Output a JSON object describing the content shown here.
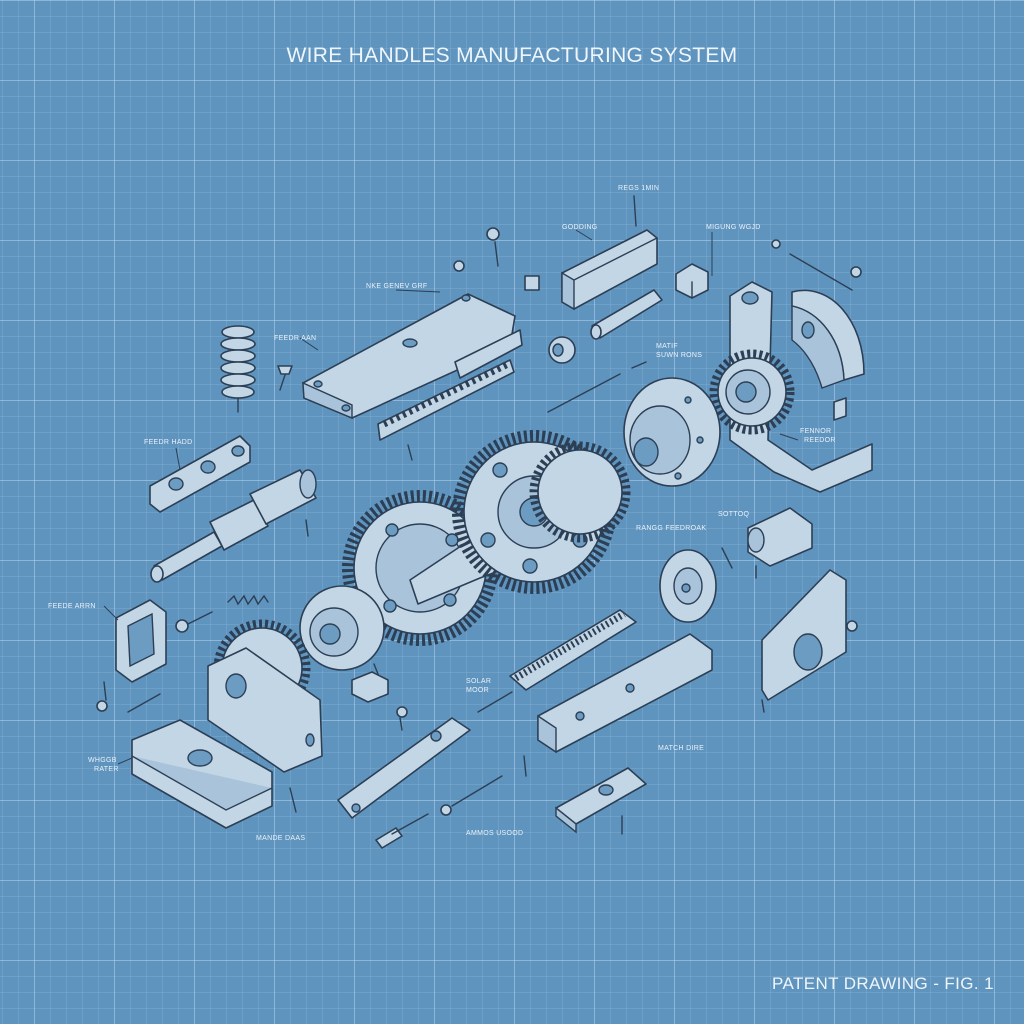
{
  "title": "WIRE HANDLES MANUFACTURING SYSTEM",
  "footer": "PATENT DRAWING - FIG. 1",
  "colors": {
    "background": "#5f94be",
    "grid": "#c8e1f5",
    "part_fill": "#c3d6e6",
    "outline": "#2c3f55"
  },
  "labels": {
    "l1": "REGS 1MIN",
    "l2": "GODDING",
    "l3": "MIGUNG WGJD",
    "l4": "NKE GENEV GRF",
    "l5": "FEEDR AAN",
    "l6": "MATIF",
    "l7": "SUWN RONS",
    "l8": "FEEDR HADD",
    "l9": "FENNOR",
    "l10": "REEDOR",
    "l11": "SOTTOQ",
    "l12": "RANGG FEEDROAK",
    "l13": "FEEDE ARRN",
    "l14": "SOLAR",
    "l15": "MOOR",
    "l16": "WHGGB",
    "l17": "RATER",
    "l18": "MATCH DIRE",
    "l19": "MANDE DAAS",
    "l20": "AMMOS USOOD"
  }
}
